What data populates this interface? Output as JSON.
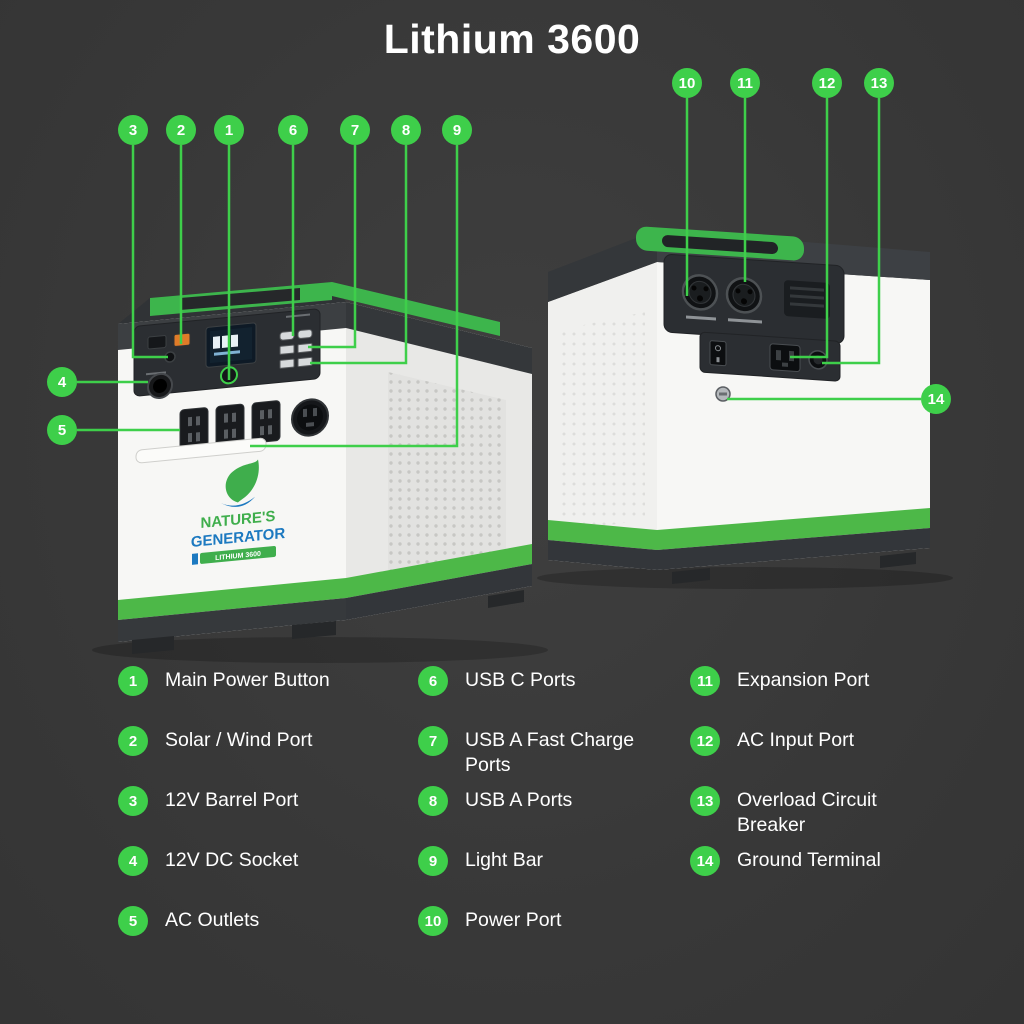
{
  "title": "Lithium 3600",
  "colors": {
    "background": "#3a3a3a",
    "accent": "#3ecf4a",
    "base_green": "#4db848"
  },
  "product": {
    "brand_top": "NATURE'S",
    "brand_bottom": "GENERATOR",
    "model_badge": "LITHIUM 3600"
  },
  "legend": {
    "columns": [
      {
        "items": [
          {
            "num": "1",
            "label": "Main Power Button"
          },
          {
            "num": "2",
            "label": "Solar / Wind Port"
          },
          {
            "num": "3",
            "label": "12V Barrel Port"
          },
          {
            "num": "4",
            "label": "12V DC Socket"
          },
          {
            "num": "5",
            "label": "AC Outlets"
          }
        ]
      },
      {
        "items": [
          {
            "num": "6",
            "label": "USB C Ports"
          },
          {
            "num": "7",
            "label": "USB A Fast Charge Ports"
          },
          {
            "num": "8",
            "label": "USB A Ports"
          },
          {
            "num": "9",
            "label": "Light Bar"
          },
          {
            "num": "10",
            "label": "Power Port"
          }
        ]
      },
      {
        "items": [
          {
            "num": "11",
            "label": "Expansion Port"
          },
          {
            "num": "12",
            "label": "AC Input Port"
          },
          {
            "num": "13",
            "label": "Overload Circuit Breaker"
          },
          {
            "num": "14",
            "label": "Ground Terminal"
          }
        ]
      }
    ]
  }
}
